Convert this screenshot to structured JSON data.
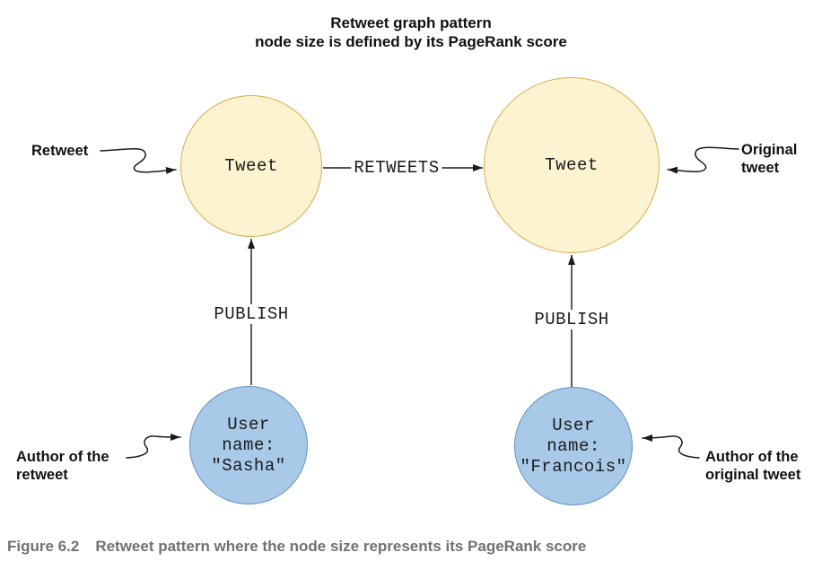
{
  "title": {
    "line1": "Retweet graph pattern",
    "line2": "node size is defined by its PageRank score"
  },
  "nodes": {
    "retweet_tweet": {
      "label": "Tweet"
    },
    "original_tweet": {
      "label": "Tweet"
    },
    "retweet_author": {
      "lines": [
        "User",
        "name:",
        "\"Sasha\""
      ]
    },
    "original_author": {
      "lines": [
        "User",
        "name:",
        "\"Francois\""
      ]
    }
  },
  "relationships": {
    "retweets": "RETWEETS",
    "publish_left": "PUBLISH",
    "publish_right": "PUBLISH"
  },
  "annotations": {
    "retweet": {
      "lines": [
        "Retweet"
      ]
    },
    "original_tweet": {
      "lines": [
        "Original",
        "tweet"
      ]
    },
    "author_retweet": {
      "lines": [
        "Author of the",
        "retweet"
      ]
    },
    "author_original": {
      "lines": [
        "Author of the",
        "original tweet"
      ]
    }
  },
  "caption": {
    "label": "Figure 6.2",
    "text": "Retweet pattern where the node size represents its PageRank score"
  },
  "colors": {
    "text": "#111111",
    "line": "#1A1A1A",
    "tweet_fill": "#FCF3D1",
    "tweet_stroke": "#D8AC4B",
    "user_fill": "#A8CAE8",
    "user_stroke": "#6590C6",
    "caption_text": "#717171"
  }
}
